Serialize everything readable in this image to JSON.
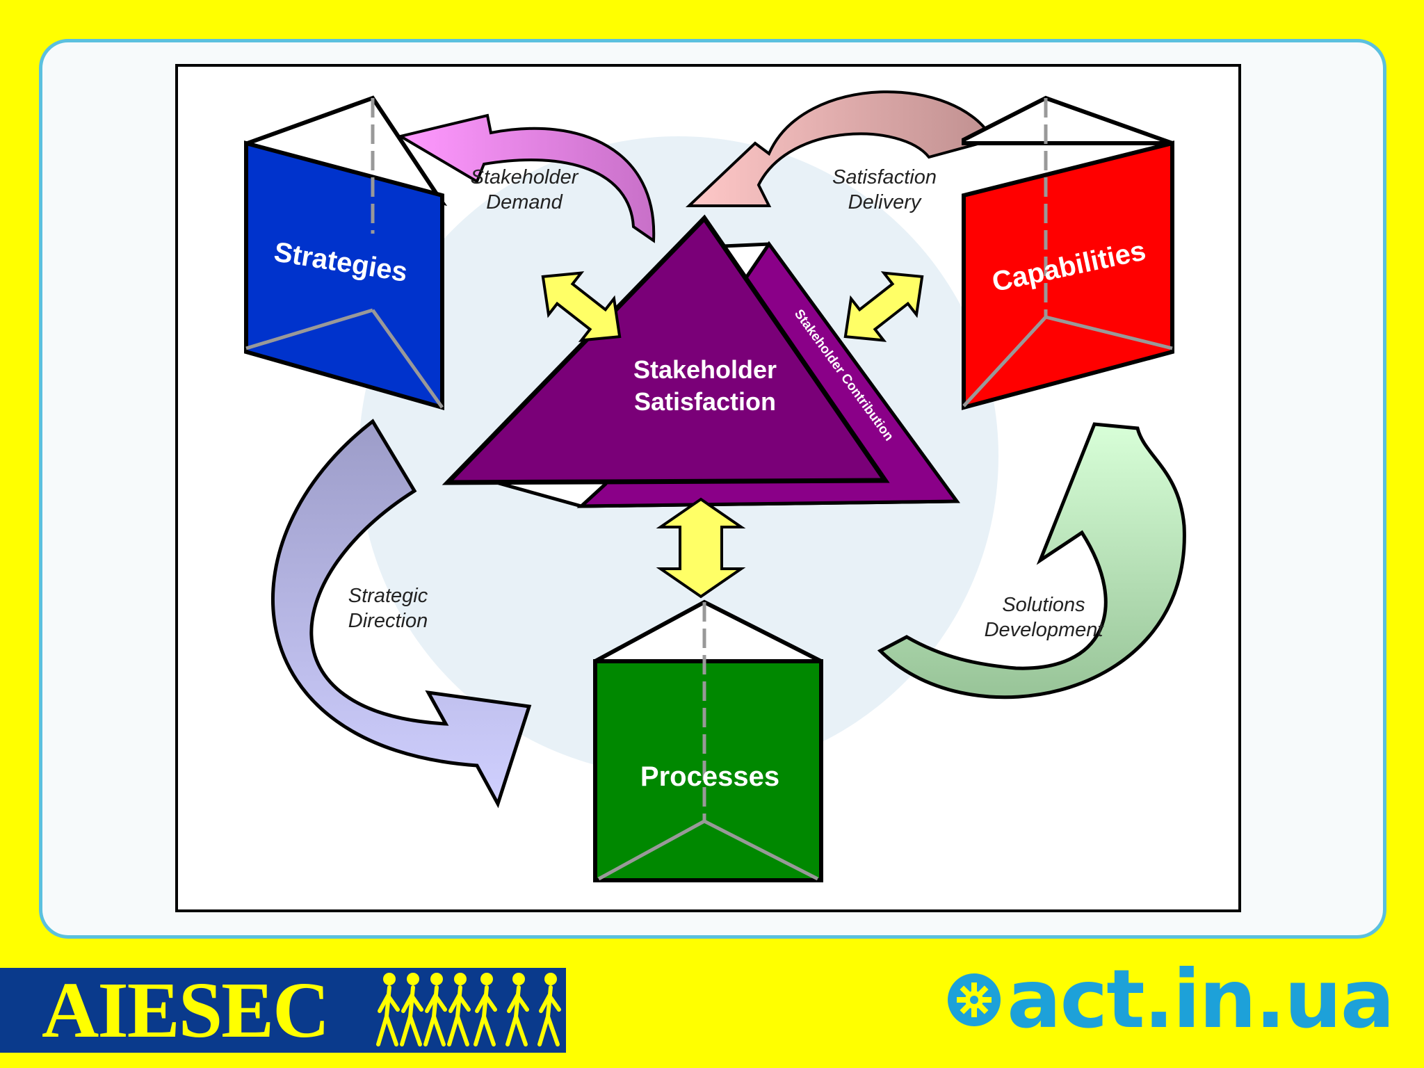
{
  "nodes": {
    "strategies": "Strategies",
    "capabilities": "Capabilities",
    "processes": "Processes",
    "center_line1": "Stakeholder",
    "center_line2": "Satisfaction",
    "contribution": "Stakeholder Contribution"
  },
  "flows": {
    "demand_line1": "Stakeholder",
    "demand_line2": "Demand",
    "delivery_line1": "Satisfaction",
    "delivery_line2": "Delivery",
    "direction_line1": "Strategic",
    "direction_line2": "Direction",
    "solutions_line1": "Solutions",
    "solutions_line2": "Development"
  },
  "footer": {
    "aiesec": "AIESEC",
    "act": "act.in.ua"
  },
  "colors": {
    "background": "#FFFF00",
    "panel_border": "#5BC0DE",
    "strategies": "#0033CC",
    "capabilities": "#FF0000",
    "processes": "#008800",
    "triangle": "#7A0078",
    "double_arrow": "#FFFF66",
    "act_blue": "#1DA1D9",
    "aiesec_blue": "#0A3A8C"
  }
}
